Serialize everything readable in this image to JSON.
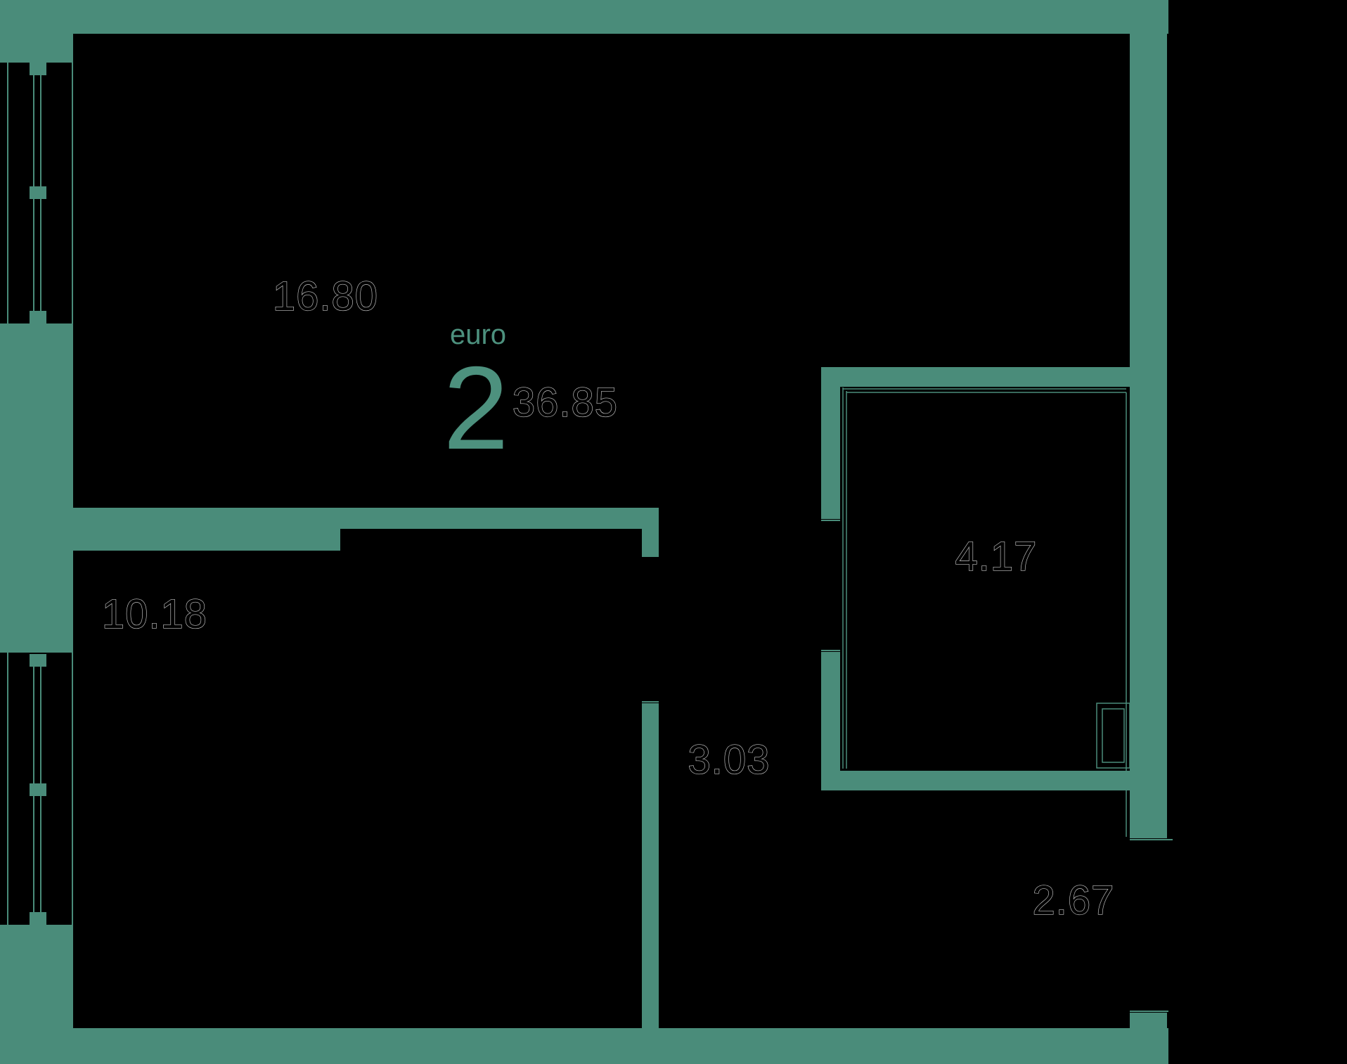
{
  "plan": {
    "badge": {
      "type_label": "euro",
      "rooms_count": "2",
      "total_area": "36.85"
    },
    "rooms": [
      {
        "id": "living-room",
        "area": "16.80"
      },
      {
        "id": "kitchen",
        "area": "10.18"
      },
      {
        "id": "hall",
        "area": "3.03"
      },
      {
        "id": "bathroom",
        "area": "4.17"
      },
      {
        "id": "balcony",
        "area": "2.67"
      }
    ],
    "colors": {
      "wall": "#4a8c7a",
      "accent_text": "#4d917e",
      "label_outline": "#c4c4c4",
      "background": "#000000"
    }
  }
}
